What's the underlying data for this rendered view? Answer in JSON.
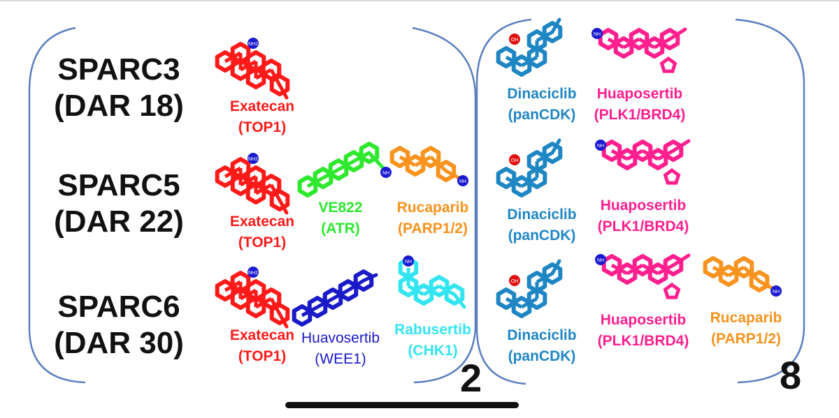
{
  "colors": {
    "exatecan": "#ff1a1a",
    "ve822": "#2ee82e",
    "rucaparib": "#f7931e",
    "dinaciclib": "#1f86c4",
    "huaposertib": "#ff1f8e",
    "huavosertib": "#1a1ac8",
    "rabusertib": "#33e5f0",
    "bracket": "#5b7fbf",
    "amine_marker": "#1a1ad0"
  },
  "rows": [
    {
      "name": "SPARC3",
      "dar": "(DAR 18)",
      "left_drugs": [
        {
          "name": "Exatecan",
          "target": "(TOP1)",
          "color_key": "exatecan",
          "icon": "exatecan-structure-icon"
        }
      ],
      "right_drugs": [
        {
          "name": "Dinaciclib",
          "target": "(panCDK)",
          "color_key": "dinaciclib",
          "icon": "dinaciclib-structure-icon"
        },
        {
          "name": "Huaposertib",
          "target": "(PLK1/BRD4)",
          "color_key": "huaposertib",
          "icon": "huaposertib-structure-icon"
        }
      ]
    },
    {
      "name": "SPARC5",
      "dar": "(DAR 22)",
      "left_drugs": [
        {
          "name": "Exatecan",
          "target": "(TOP1)",
          "color_key": "exatecan",
          "icon": "exatecan-structure-icon"
        },
        {
          "name": "VE822",
          "target": "(ATR)",
          "color_key": "ve822",
          "icon": "ve822-structure-icon"
        },
        {
          "name": "Rucaparib",
          "target": "(PARP1/2)",
          "color_key": "rucaparib",
          "icon": "rucaparib-structure-icon"
        }
      ],
      "right_drugs": [
        {
          "name": "Dinaciclib",
          "target": "(panCDK)",
          "color_key": "dinaciclib",
          "icon": "dinaciclib-structure-icon"
        },
        {
          "name": "Huaposertib",
          "target": "(PLK1/BRD4)",
          "color_key": "huaposertib",
          "icon": "huaposertib-structure-icon"
        }
      ]
    },
    {
      "name": "SPARC6",
      "dar": "(DAR 30)",
      "left_drugs": [
        {
          "name": "Exatecan",
          "target": "(TOP1)",
          "color_key": "exatecan",
          "icon": "exatecan-structure-icon"
        },
        {
          "name": "Huavosertib",
          "target": "(WEE1)",
          "color_key": "huavosertib",
          "icon": "huavosertib-structure-icon"
        },
        {
          "name": "Rabusertib",
          "target": "(CHK1)",
          "color_key": "rabusertib",
          "icon": "rabusertib-structure-icon"
        }
      ],
      "right_drugs": [
        {
          "name": "Dinaciclib",
          "target": "(panCDK)",
          "color_key": "dinaciclib",
          "icon": "dinaciclib-structure-icon"
        },
        {
          "name": "Huaposertib",
          "target": "(PLK1/BRD4)",
          "color_key": "huaposertib",
          "icon": "huaposertib-structure-icon"
        },
        {
          "name": "Rucaparib",
          "target": "(PARP1/2)",
          "color_key": "rucaparib",
          "icon": "rucaparib-structure-icon"
        }
      ]
    }
  ],
  "group_counts": {
    "left": "2",
    "right": "8"
  },
  "amine_label": "NH",
  "amine_label_sub": "NH2",
  "hydroxyl_label": "OH"
}
